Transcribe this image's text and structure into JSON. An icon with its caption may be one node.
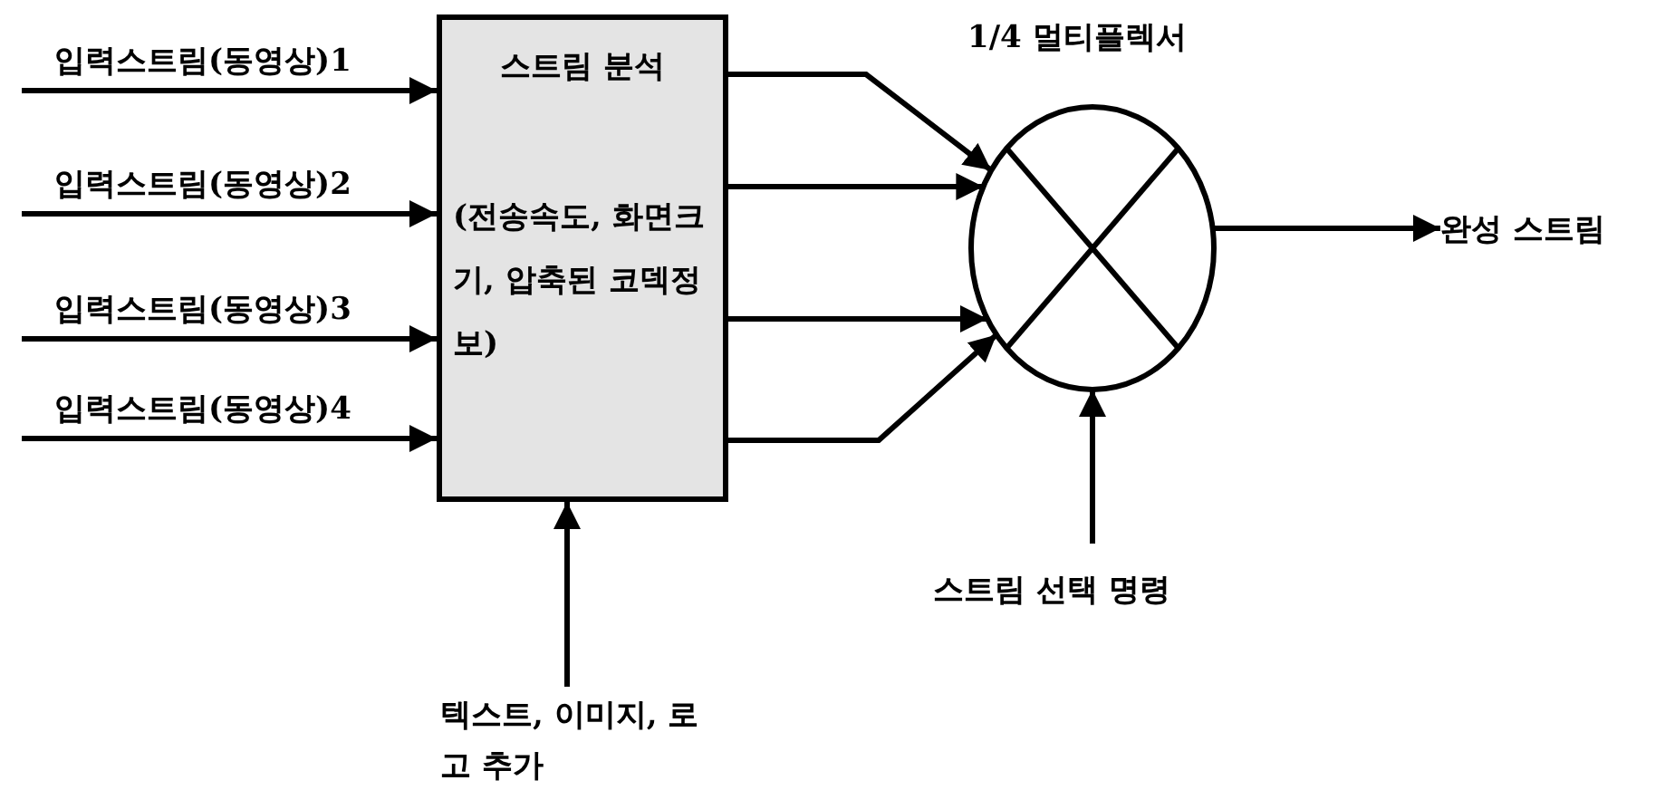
{
  "diagram": {
    "nodes": [
      {
        "text": [
          "스트림 분석",
          "(전송속도, 화면크기, 압축된 코덱정보)"
        ]
      },
      {
        "text": [
          "1/4 멀티플렉서"
        ]
      },
      {
        "text": [
          "완성 스트림"
        ]
      },
      {
        "text": [
          "스트림 선택 명령"
        ]
      },
      {
        "text": [
          "텍스트, 이미지, 로고 추가"
        ]
      }
    ],
    "edges": [
      {
        "from": null,
        "to": 0,
        "arrow": "to",
        "label": "입력스트림(동영상)1"
      },
      {
        "from": null,
        "to": 0,
        "arrow": "to",
        "label": "입력스트림(동영상)2"
      },
      {
        "from": null,
        "to": 0,
        "arrow": "to",
        "label": "입력스트림(동영상)3"
      },
      {
        "from": null,
        "to": 0,
        "arrow": "to",
        "label": "입력스트림(동영상)4"
      },
      {
        "from": 0,
        "to": 1,
        "arrow": "to"
      },
      {
        "from": 0,
        "to": 1,
        "arrow": "to"
      },
      {
        "from": 0,
        "to": 1,
        "arrow": "to"
      },
      {
        "from": 0,
        "to": 1,
        "arrow": "to"
      },
      {
        "from": 1,
        "to": 2,
        "arrow": "to"
      },
      {
        "from": 3,
        "to": 1,
        "arrow": "to"
      },
      {
        "from": 4,
        "to": 0,
        "arrow": "to"
      }
    ]
  }
}
